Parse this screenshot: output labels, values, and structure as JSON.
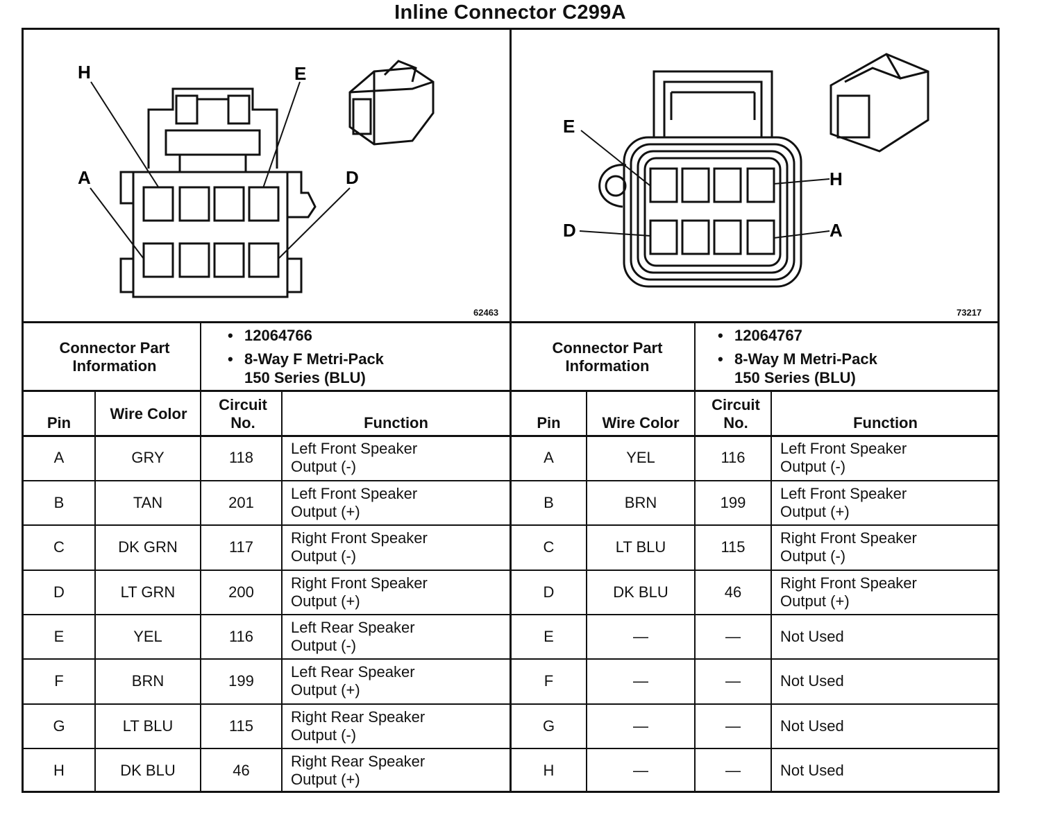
{
  "title": "Inline Connector C299A",
  "left": {
    "figure_id": "62463",
    "pin_labels": {
      "h": "H",
      "e": "E",
      "a": "A",
      "d": "D"
    },
    "info_label": "Connector Part Information",
    "part_number": "12064766",
    "description_line1": "8-Way F Metri-Pack",
    "description_line2": "150 Series (BLU)",
    "headers": {
      "pin": "Pin",
      "wire_color": "Wire Color",
      "circuit": "Circuit No.",
      "function": "Function"
    },
    "rows": [
      {
        "pin": "A",
        "color": "GRY",
        "circuit": "118",
        "func1": "Left Front Speaker",
        "func2": "Output (-)"
      },
      {
        "pin": "B",
        "color": "TAN",
        "circuit": "201",
        "func1": "Left Front Speaker",
        "func2": "Output (+)"
      },
      {
        "pin": "C",
        "color": "DK GRN",
        "circuit": "117",
        "func1": "Right Front Speaker",
        "func2": "Output (-)"
      },
      {
        "pin": "D",
        "color": "LT GRN",
        "circuit": "200",
        "func1": "Right Front Speaker",
        "func2": "Output (+)"
      },
      {
        "pin": "E",
        "color": "YEL",
        "circuit": "116",
        "func1": "Left Rear Speaker",
        "func2": "Output (-)"
      },
      {
        "pin": "F",
        "color": "BRN",
        "circuit": "199",
        "func1": "Left Rear Speaker",
        "func2": "Output (+)"
      },
      {
        "pin": "G",
        "color": "LT BLU",
        "circuit": "115",
        "func1": "Right Rear Speaker",
        "func2": "Output (-)"
      },
      {
        "pin": "H",
        "color": "DK BLU",
        "circuit": "46",
        "func1": "Right Rear Speaker",
        "func2": "Output (+)"
      }
    ]
  },
  "right": {
    "figure_id": "73217",
    "pin_labels": {
      "e": "E",
      "h": "H",
      "d": "D",
      "a": "A"
    },
    "info_label": "Connector Part Information",
    "part_number": "12064767",
    "description_line1": "8-Way M Metri-Pack",
    "description_line2": "150 Series (BLU)",
    "headers": {
      "pin": "Pin",
      "wire_color": "Wire Color",
      "circuit": "Circuit No.",
      "function": "Function"
    },
    "rows": [
      {
        "pin": "A",
        "color": "YEL",
        "circuit": "116",
        "func1": "Left Front Speaker",
        "func2": "Output (-)"
      },
      {
        "pin": "B",
        "color": "BRN",
        "circuit": "199",
        "func1": "Left Front Speaker",
        "func2": "Output (+)"
      },
      {
        "pin": "C",
        "color": "LT BLU",
        "circuit": "115",
        "func1": "Right Front Speaker",
        "func2": "Output (-)"
      },
      {
        "pin": "D",
        "color": "DK BLU",
        "circuit": "46",
        "func1": "Right Front Speaker",
        "func2": "Output (+)"
      },
      {
        "pin": "E",
        "color": "—",
        "circuit": "—",
        "func1": "Not Used",
        "func2": ""
      },
      {
        "pin": "F",
        "color": "—",
        "circuit": "—",
        "func1": "Not Used",
        "func2": ""
      },
      {
        "pin": "G",
        "color": "—",
        "circuit": "—",
        "func1": "Not Used",
        "func2": ""
      },
      {
        "pin": "H",
        "color": "—",
        "circuit": "—",
        "func1": "Not Used",
        "func2": ""
      }
    ]
  }
}
